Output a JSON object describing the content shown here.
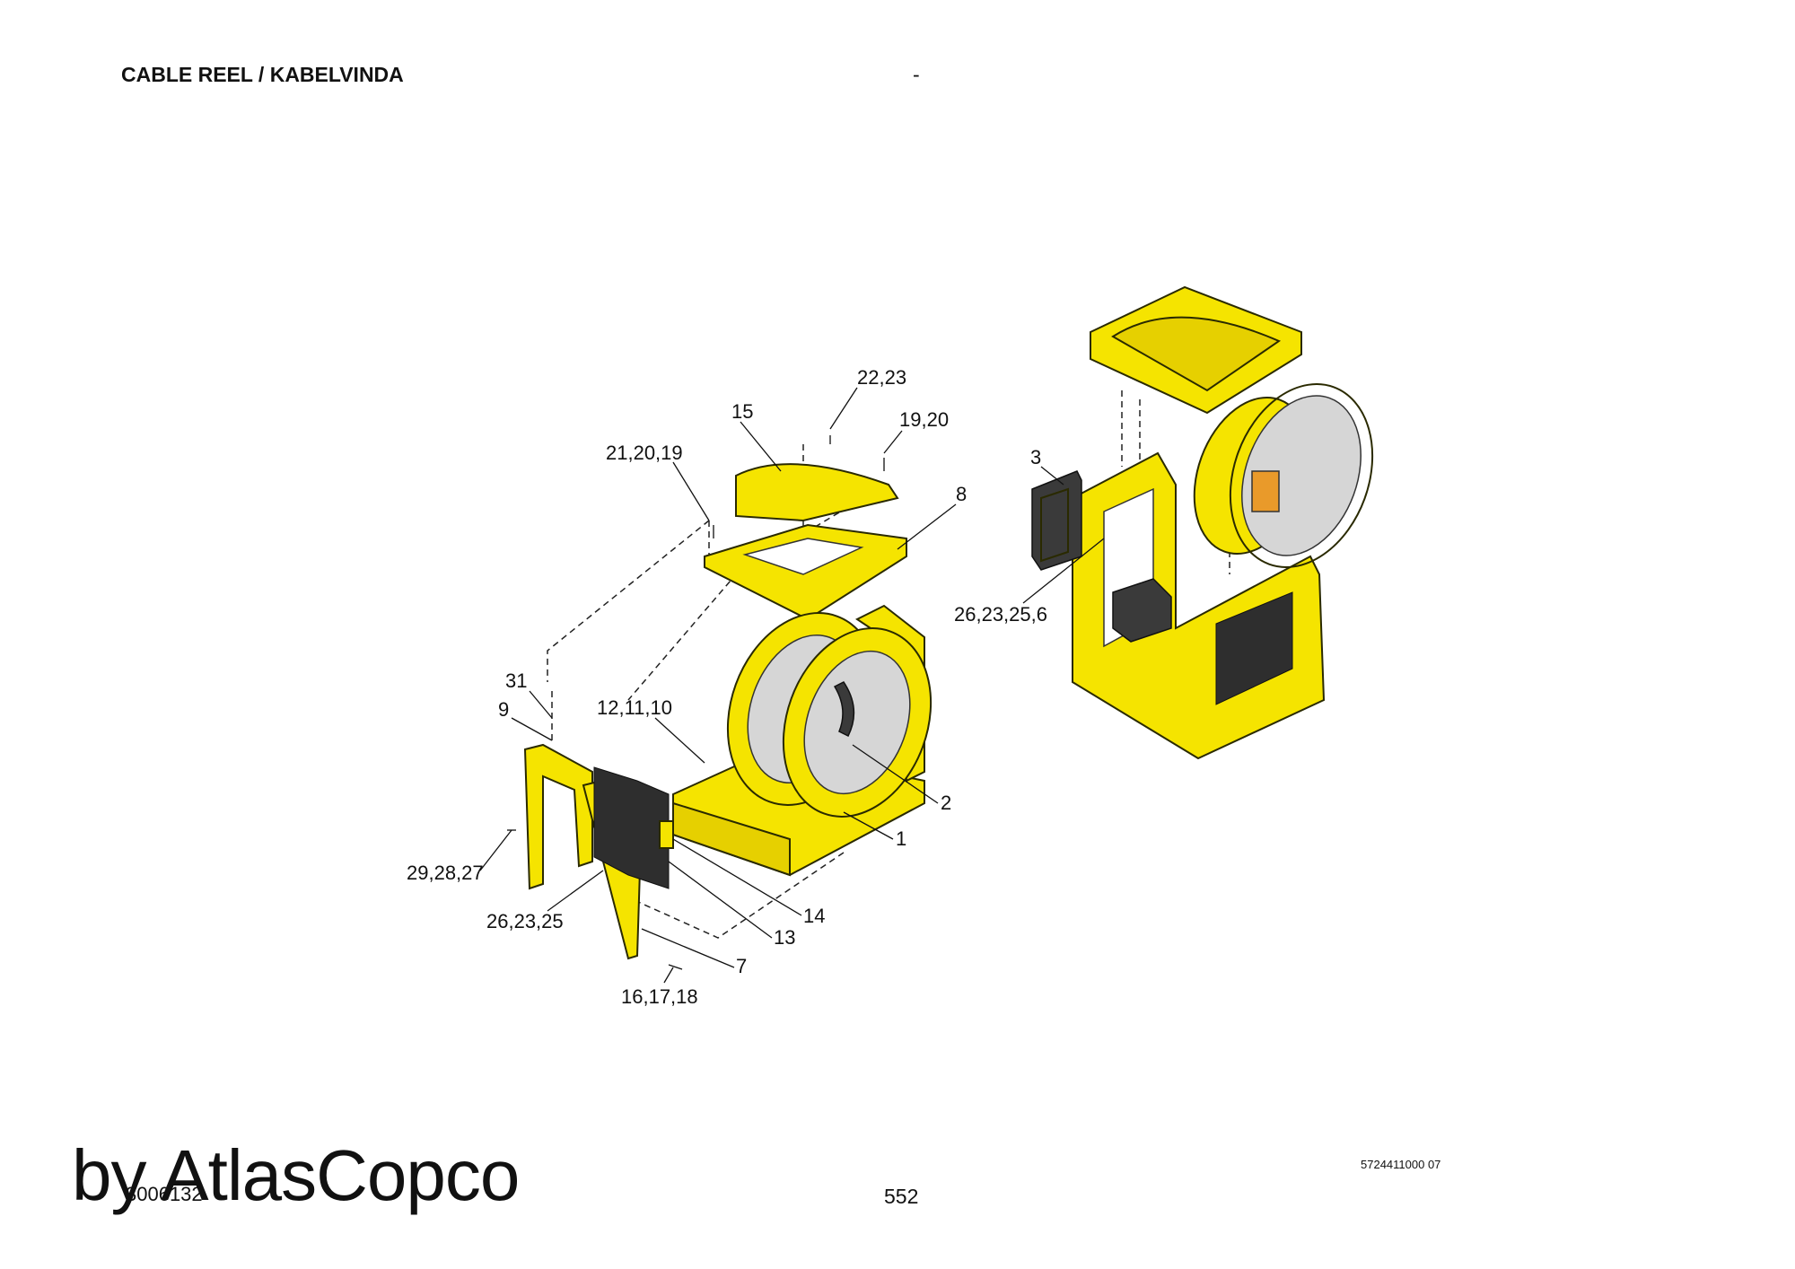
{
  "header": {
    "title": "CABLE REEL / KABELVINDA",
    "dash": "-"
  },
  "callouts": {
    "c22_23": "22,23",
    "c15": "15",
    "c19_20": "19,20",
    "c21_20_19": "21,20,19",
    "c8": "8",
    "c31": "31",
    "c9": "9",
    "c12_11_10": "12,11,10",
    "c2": "2",
    "c1": "1",
    "c29_28_27": "29,28,27",
    "c26_23_25": "26,23,25",
    "c14": "14",
    "c13": "13",
    "c7": "7",
    "c16_17_18": "16,17,18",
    "c3": "3",
    "c26_23_25_6": "26,23,25,6"
  },
  "footer": {
    "drawing_id": "3006132",
    "page_number": "552",
    "doc_number": "5724411000 07",
    "watermark": "by AtlasCopco"
  }
}
